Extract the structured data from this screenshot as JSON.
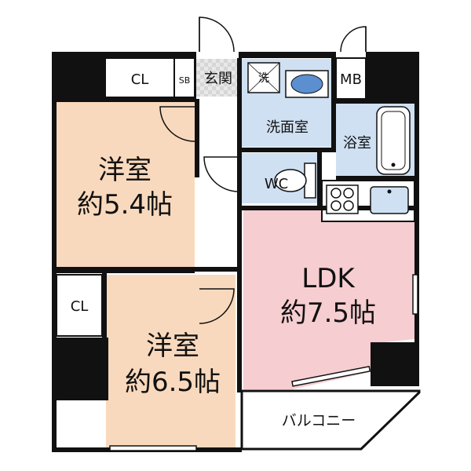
{
  "rooms": {
    "western1": {
      "name": "洋室",
      "size": "約5.4帖"
    },
    "western2": {
      "name": "洋室",
      "size": "約6.5帖"
    },
    "ldk": {
      "name": "LDK",
      "size": "約7.5帖"
    }
  },
  "labels": {
    "cl_top": "CL",
    "cl_left": "CL",
    "sb": "SB",
    "entrance": "玄関",
    "washer": "洗",
    "washroom": "洗面室",
    "bath": "浴室",
    "mb": "MB",
    "wc": "WC",
    "balcony": "バルコニー"
  },
  "colors": {
    "western_room": "#f9d9bd",
    "ldk": "#f6cdd1",
    "wet_area": "#cfe0f2",
    "wall": "#111111",
    "balcony": "#ffffff"
  }
}
